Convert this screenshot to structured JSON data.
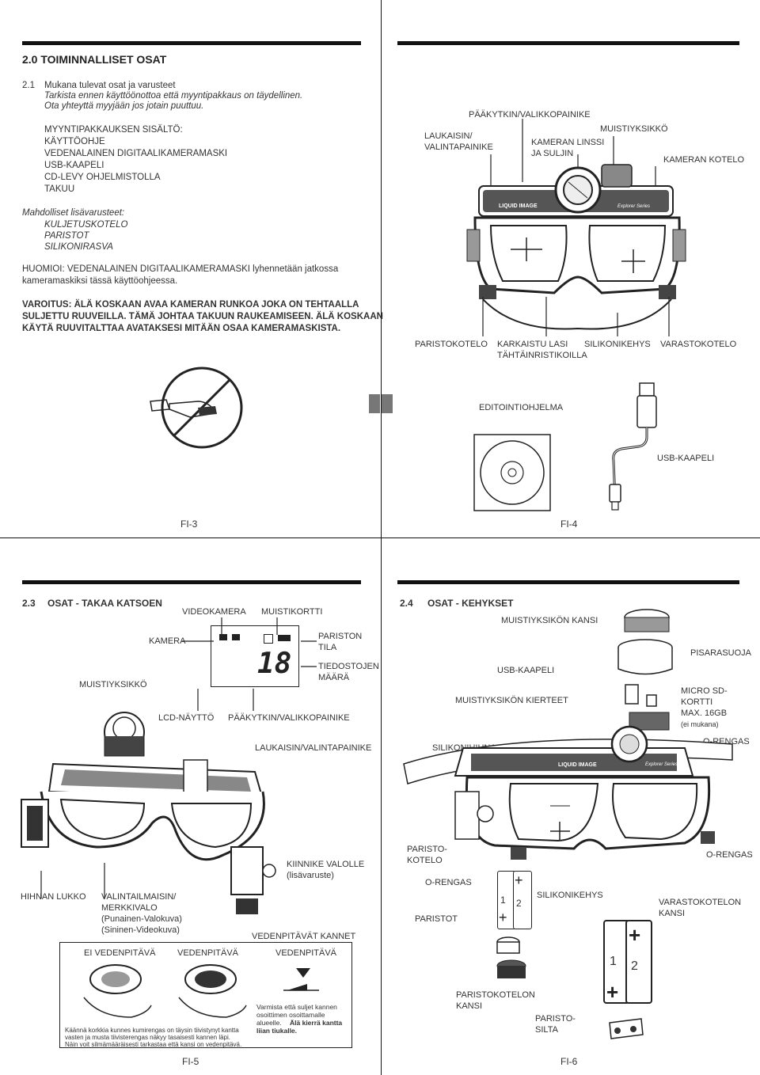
{
  "page_top_left": {
    "section_title": "2.0  TOIMINNALLISET OSAT",
    "item_number": "2.1",
    "item_line1": "Mukana tulevat osat ja varusteet",
    "item_line2": "Tarkista ennen käyttöönottoa että myyntipakkaus on täydellinen.",
    "item_line3": "Ota yhteyttä myyjään jos jotain puuttuu.",
    "package_heading": "MYYNTIPAKKAUKSEN SISÄLTÖ:",
    "package_items": [
      "KÄYTTÖOHJE",
      "VEDENALAINEN DIGITAALIKAMERAMASKI",
      "USB-KAAPELI",
      "CD-LEVY OHJELMISTOLLA",
      "TAKUU"
    ],
    "optional_heading": "Mahdolliset lisävarusteet:",
    "optional_items": [
      "KULJETUSKOTELO",
      "PARISTOT",
      "SILIKONIRASVA"
    ],
    "note_line1": "HUOMIOI: VEDENALAINEN DIGITAALIKAMERAMASKI lyhennetään jatkossa",
    "note_line2": "kameramaskiksi tässä käyttöohjeessa.",
    "warning_line1": "VAROITUS: ÄLÄ KOSKAAN AVAA KAMERAN RUNKOA JOKA ON TEHTAALLA",
    "warning_line2": "SULJETTU RUUVEILLA. TÄMÄ JOHTAA TAKUUN RAUKEAMISEEN. ÄLÄ KOSKAAN",
    "warning_line3": "KÄYTÄ RUUVITALTTAA AVATAKSESI MITÄÄN OSAA KAMERAMASKISTA.",
    "page_number": "FI-3"
  },
  "page_top_right": {
    "label_main_button": "PÄÄKYTKIN/VALIKKOPAINIKE",
    "label_trigger_1": "LAUKAISIN/",
    "label_trigger_2": "VALINTAPAINIKE",
    "label_memory": "MUISTIYKSIKKÖ",
    "label_lens_1": "KAMERAN LINSSI",
    "label_lens_2": "JA SULJIN",
    "label_housing": "KAMERAN KOTELO",
    "brand_logo": "LIQUID IMAGE",
    "series_name": "Explorer Series",
    "label_battery_case": "PARISTOKOTELO",
    "label_glass_1": "KARKAISTU LASI",
    "label_glass_2": "TÄHTÄINRISTIKOILLA",
    "label_skirt": "SILIKONIKEHYS",
    "label_storage": "VARASTOKOTELO",
    "label_editing": "EDITOINTIOHJELMA",
    "label_usb": "USB-KAAPELI",
    "page_number": "FI-4"
  },
  "page_bottom_left": {
    "section_number": "2.3",
    "section_title": "OSAT - TAKAA KATSOEN",
    "label_video": "VIDEOKAMERA",
    "label_card": "MUISTIKORTTI",
    "label_camera": "KAMERA",
    "label_battery_1": "PARISTON",
    "label_battery_2": "TILA",
    "label_files_1": "TIEDOSTOJEN",
    "label_files_2": "MÄÄRÄ",
    "lcd_count": "18",
    "label_memory": "MUISTIYKSIKKÖ",
    "label_lcd": "LCD-NÄYTTÖ",
    "label_main_button": "PÄÄKYTKIN/VALIKKOPAINIKE",
    "label_trigger": "LAUKAISIN/VALINTAPAINIKE",
    "label_strap_lock": "HIHNAN LUKKO",
    "label_indicator_1": "VALINTAILMAISIN/",
    "label_indicator_2": "MERKKIVALO",
    "label_indicator_3": "(Punainen-Valokuva)",
    "label_indicator_4": "(Sininen-Videokuva)",
    "label_light_1": "KIINNIKE VALOLLE",
    "label_light_2": "(lisävaruste)",
    "label_caps": "VEDENPITÄVÄT KANNET",
    "box_not_waterproof": "EI VEDENPITÄVÄ",
    "box_waterproof": "VEDENPITÄVÄ",
    "box_waterproof_2": "VEDENPITÄVÄ",
    "box_note_1": "Käännä korkkia kunnes kumirengas on täysin tiivistynyt kantta",
    "box_note_2": "vasten ja musta tiivisterengas näkyy tasaisesti kannen läpi.",
    "box_note_3": "Näin voit silmämääräisesti tarkastaa että kansi on vedenpitävä.",
    "box_warn_1": "Varmista että suljet kannen",
    "box_warn_2": "osoittimen osoittamalle",
    "box_warn_3": "alueelle.",
    "box_warn_3b": "Älä kierrä kantta",
    "box_warn_4": "liian tiukalle.",
    "page_number": "FI-5"
  },
  "page_bottom_right": {
    "section_number": "2.4",
    "section_title": "OSAT - KEHYKSET",
    "label_memory_cap": "MUISTIYKSIKÖN KANSI",
    "label_splash": "PISARASUOJA",
    "label_usb": "USB-KAAPELI",
    "label_threads": "MUISTIYKSIKÖN KIERTEET",
    "label_micro_1": "MICRO SD-",
    "label_micro_2": "KORTTI",
    "label_micro_3": "MAX. 16GB",
    "label_micro_4": "(ei mukana)",
    "label_oring_top": "O-RENGAS",
    "label_strap": "SILIKONIHIHNA",
    "brand_logo": "LIQUID IMAGE",
    "series_name": "Explorer Series",
    "label_battery_case_1": "PARISTO-",
    "label_battery_case_2": "KOTELO",
    "label_oring_right": "O-RENGAS",
    "label_oring_left": "O-RENGAS",
    "label_skirt": "SILIKONIKEHYS",
    "label_batteries": "PARISTOT",
    "label_storage_1": "VARASTOKOTELON",
    "label_storage_2": "KANSI",
    "label_case_lid_1": "PARISTOKOTELON",
    "label_case_lid_2": "KANSI",
    "label_bridge_1": "PARISTO-",
    "label_bridge_2": "SILTA",
    "battery_mark_1": "1",
    "battery_mark_2": "2",
    "page_number": "FI-6"
  }
}
